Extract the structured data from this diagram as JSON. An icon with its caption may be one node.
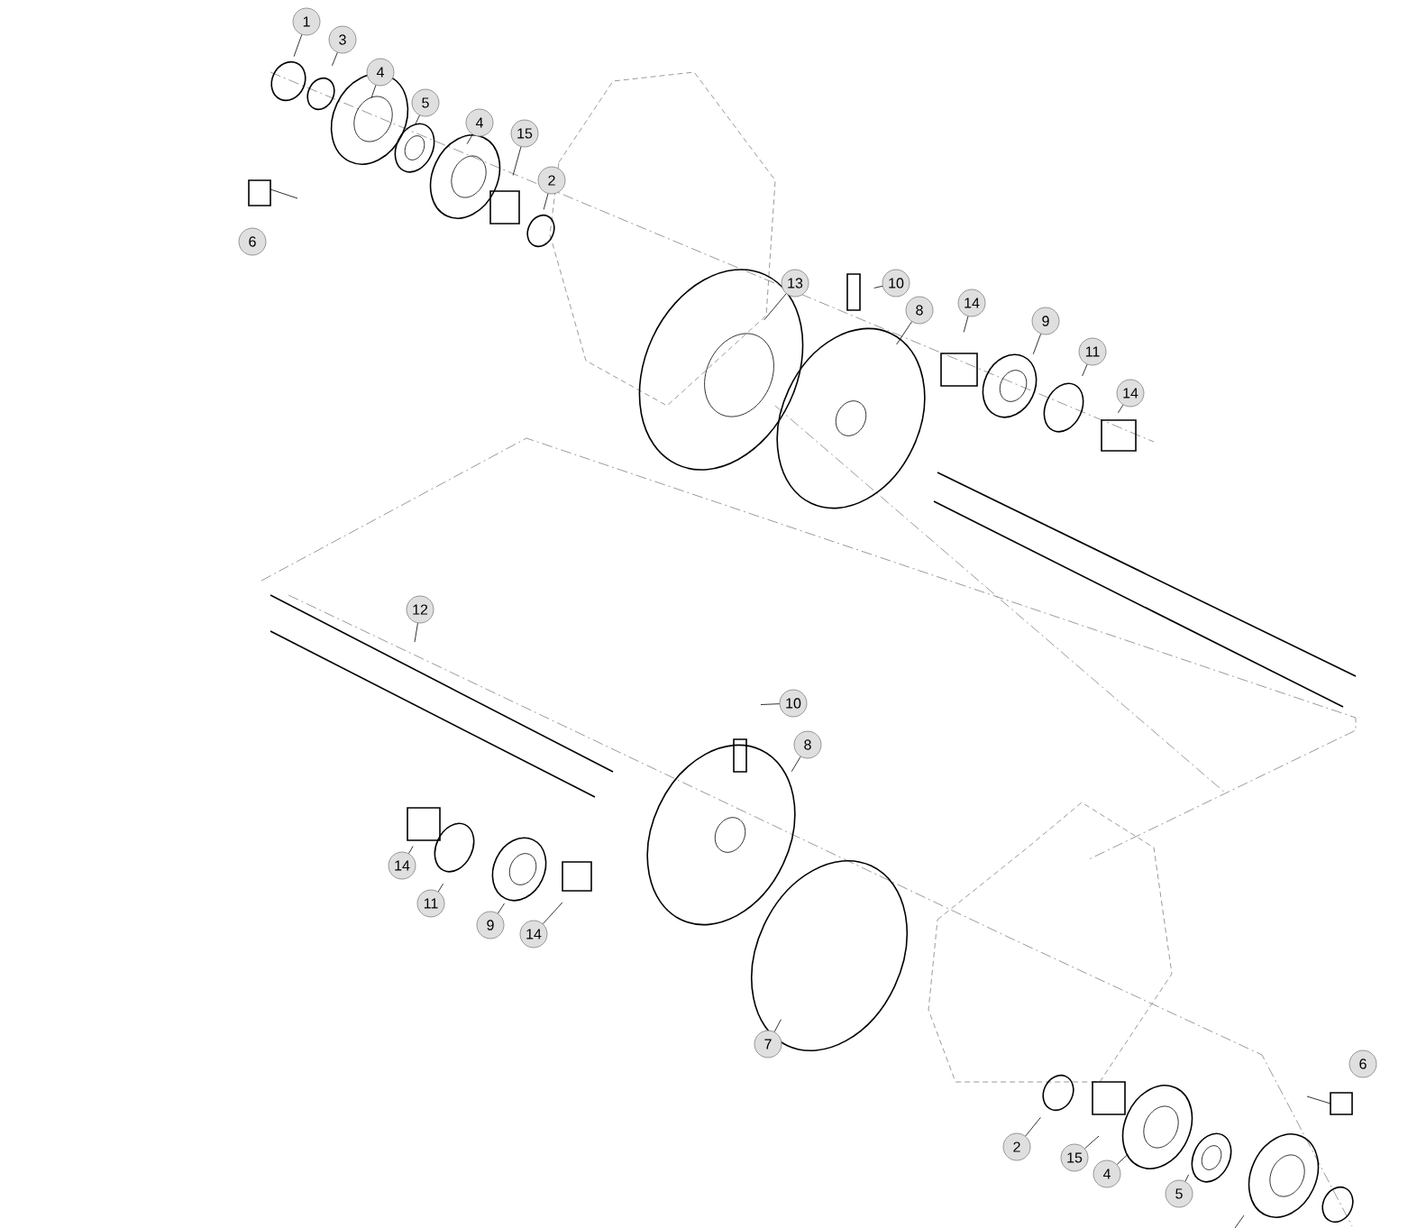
{
  "diagram": {
    "nodes": [
      {
        "text": [
          "1"
        ]
      },
      {
        "text": [
          "3"
        ]
      },
      {
        "text": [
          "4"
        ]
      },
      {
        "text": [
          "5"
        ]
      },
      {
        "text": [
          "4"
        ]
      },
      {
        "text": [
          "15"
        ]
      },
      {
        "text": [
          "2"
        ]
      },
      {
        "text": [
          "6"
        ]
      },
      {
        "text": [
          "13"
        ]
      },
      {
        "text": [
          "10"
        ]
      },
      {
        "text": [
          "8"
        ]
      },
      {
        "text": [
          "14"
        ]
      },
      {
        "text": [
          "9"
        ]
      },
      {
        "text": [
          "11"
        ]
      },
      {
        "text": [
          "14"
        ]
      },
      {
        "text": [
          "12"
        ]
      },
      {
        "text": [
          "10"
        ]
      },
      {
        "text": [
          "8"
        ]
      },
      {
        "text": [
          "14"
        ]
      },
      {
        "text": [
          "11"
        ]
      },
      {
        "text": [
          "9"
        ]
      },
      {
        "text": [
          "14"
        ]
      },
      {
        "text": [
          "7"
        ]
      },
      {
        "text": [
          "2"
        ]
      },
      {
        "text": [
          "15"
        ]
      },
      {
        "text": [
          "4"
        ]
      },
      {
        "text": [
          "5"
        ]
      },
      {
        "text": [
          "6"
        ]
      }
    ],
    "edges": [
      {
        "from": 0,
        "to": null,
        "arrow": "none"
      },
      {
        "from": 1,
        "to": null,
        "arrow": "none"
      },
      {
        "from": 2,
        "to": null,
        "arrow": "none"
      },
      {
        "from": 3,
        "to": null,
        "arrow": "none"
      },
      {
        "from": 4,
        "to": null,
        "arrow": "none"
      },
      {
        "from": 5,
        "to": null,
        "arrow": "none"
      },
      {
        "from": 6,
        "to": null,
        "arrow": "none"
      },
      {
        "from": 8,
        "to": null,
        "arrow": "none"
      },
      {
        "from": 9,
        "to": null,
        "arrow": "none"
      },
      {
        "from": 10,
        "to": null,
        "arrow": "none"
      },
      {
        "from": 11,
        "to": null,
        "arrow": "none"
      },
      {
        "from": 12,
        "to": null,
        "arrow": "none"
      },
      {
        "from": 13,
        "to": null,
        "arrow": "none"
      },
      {
        "from": 14,
        "to": null,
        "arrow": "none"
      },
      {
        "from": 15,
        "to": null,
        "arrow": "none"
      },
      {
        "from": 16,
        "to": null,
        "arrow": "none"
      },
      {
        "from": 17,
        "to": null,
        "arrow": "none"
      },
      {
        "from": 18,
        "to": null,
        "arrow": "none"
      },
      {
        "from": 19,
        "to": null,
        "arrow": "none"
      },
      {
        "from": 20,
        "to": null,
        "arrow": "none"
      },
      {
        "from": 21,
        "to": null,
        "arrow": "none"
      },
      {
        "from": 22,
        "to": null,
        "arrow": "none"
      },
      {
        "from": 23,
        "to": null,
        "arrow": "none"
      },
      {
        "from": 24,
        "to": null,
        "arrow": "none"
      },
      {
        "from": 25,
        "to": null,
        "arrow": "none"
      },
      {
        "from": 26,
        "to": null,
        "arrow": "none"
      }
    ]
  }
}
